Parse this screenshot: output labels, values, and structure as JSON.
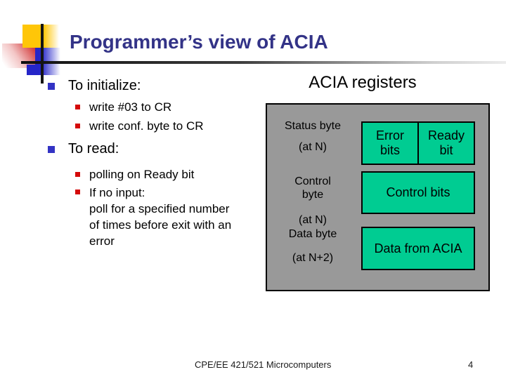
{
  "slide": {
    "title": "Programmer’s view of ACIA",
    "content": {
      "init_heading": "To initialize:",
      "init_items": [
        "write #03 to CR",
        "write conf. byte to CR"
      ],
      "read_heading": "To read:",
      "read_items": [
        "polling on Ready bit",
        "If no input:\npoll for a specified number\nof times before exit with an\nerror"
      ]
    },
    "registers": {
      "heading": "ACIA registers",
      "status": {
        "label": "Status byte",
        "address": "(at N)",
        "cells": [
          "Error\nbits",
          "Ready\nbit"
        ]
      },
      "control": {
        "label": "Control\nbyte",
        "address": "(at N)",
        "cell": "Control bits"
      },
      "data": {
        "label": "Data byte",
        "address": "(at N+2)",
        "cell": "Data from ACIA"
      }
    },
    "footer": {
      "course": "CPE/EE 421/521 Microcomputers",
      "page_number": "4"
    }
  },
  "colors": {
    "title_text": "#333387",
    "bullet_level1": "#3333c4",
    "bullet_level2": "#d40a0a",
    "register_green": "#00cc92",
    "panel_gray": "#999999",
    "deco_yellow": "#ffc608",
    "deco_red": "#cf2d2d",
    "deco_blue": "#2525c8"
  }
}
